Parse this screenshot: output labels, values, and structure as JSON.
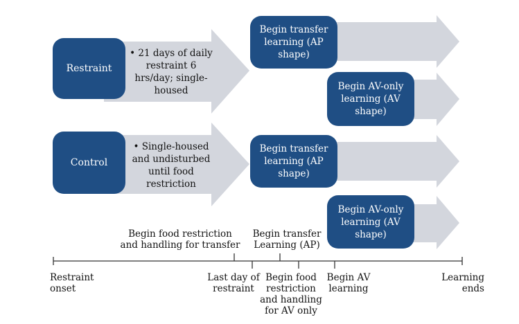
{
  "colors": {
    "box": "#1f4e84",
    "arrow": "#d3d6dd",
    "text": "#111111",
    "axis": "#333333"
  },
  "groups": {
    "restraint": {
      "label": "Restraint",
      "description": "• 21 days of daily\nrestraint 6\nhrs/day; single-\nhoused",
      "transfer": "Begin transfer\nlearning (AP\nshape)",
      "av_only": "Begin AV-only\nlearning (AV\nshape)"
    },
    "control": {
      "label": "Control",
      "description": "• Single-housed\nand undisturbed\nuntil food\nrestriction",
      "transfer": "Begin transfer\nlearning (AP\nshape)",
      "av_only": "Begin AV-only\nlearning (AV\nshape)"
    }
  },
  "timeline": {
    "above": {
      "food_restriction_transfer": "Begin food restriction\nand handling for transfer",
      "transfer_learning": "Begin transfer\nLearning (AP)"
    },
    "below": {
      "restraint_onset": "Restraint\nonset",
      "last_day": "Last day of\nrestraint",
      "food_restriction_av": "Begin food\nrestriction\nand handling\nfor AV only",
      "av_learning": "Begin AV\nlearning",
      "learning_ends": "Learning\nends"
    }
  }
}
